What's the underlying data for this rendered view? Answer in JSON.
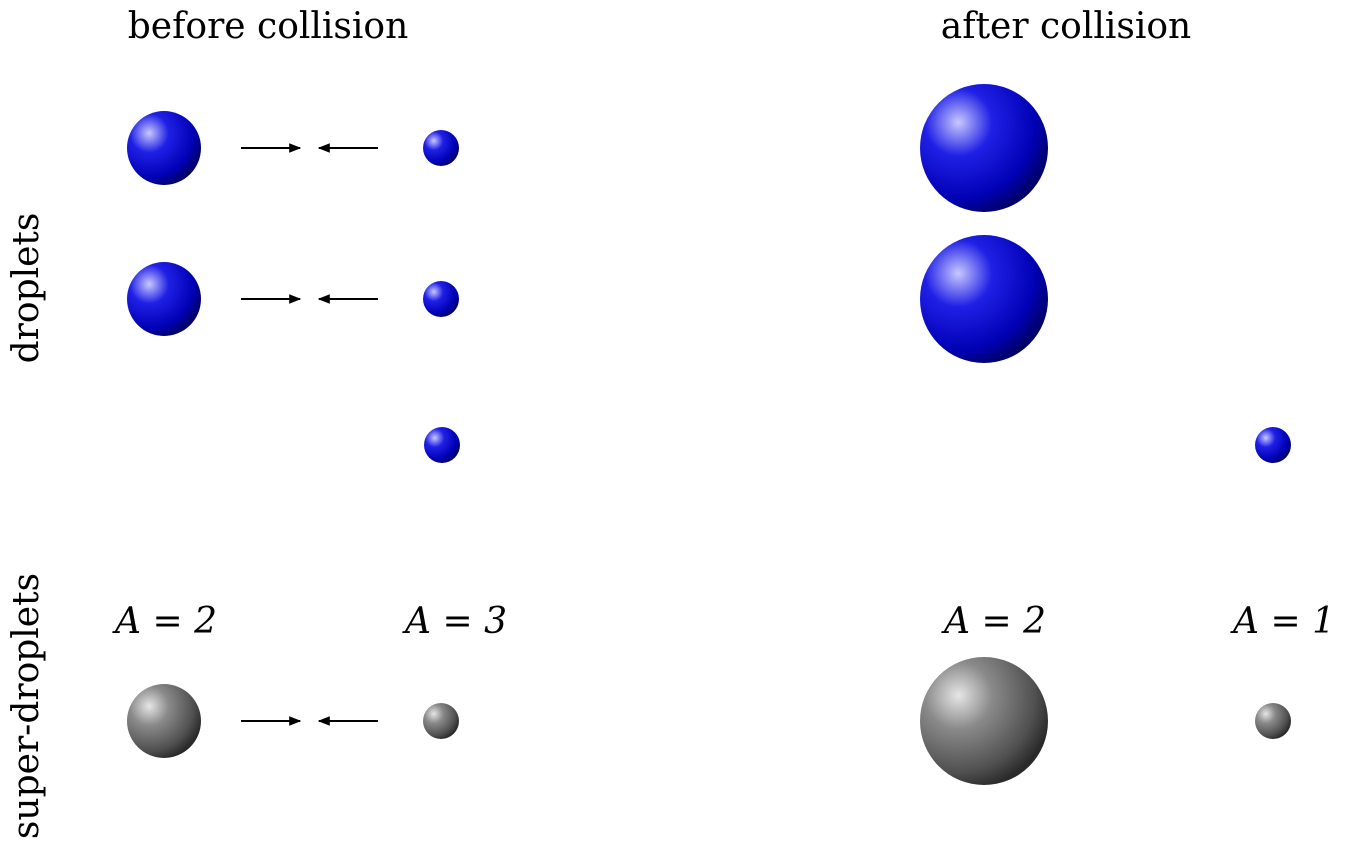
{
  "headings": {
    "before": "before collision",
    "after": "after collision"
  },
  "row_labels": {
    "droplets": "droplets",
    "super_droplets": "super-droplets"
  },
  "multiplicities": {
    "before_left": "A = 2",
    "before_right": "A = 3",
    "after_left": "A = 2",
    "after_right": "A = 1"
  },
  "colors": {
    "droplet": "#0000cc",
    "droplet_highlight": "#c8c8ff",
    "droplet_shadow": "#00006a",
    "super_droplet": "#555555",
    "super_droplet_highlight": "#e6e6e6",
    "super_droplet_shadow": "#2a2a2a",
    "arrow": "#000000"
  },
  "icons": {
    "droplet": "blue-sphere",
    "super_droplet": "grey-sphere",
    "motion": "arrow"
  }
}
